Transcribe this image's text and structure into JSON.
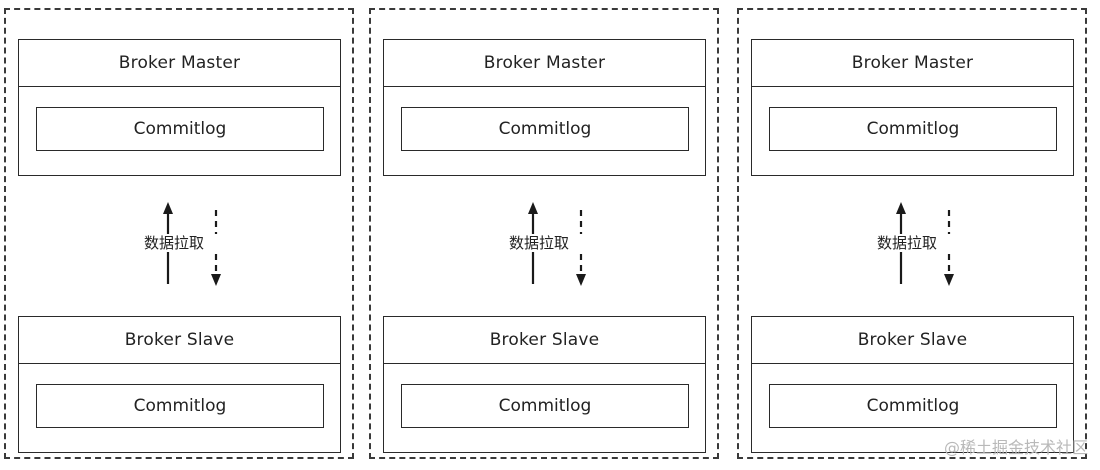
{
  "diagram": {
    "groups": [
      {
        "master_title": "Broker Master",
        "master_log": "Commitlog",
        "pull_label": "数据拉取",
        "slave_title": "Broker  Slave",
        "slave_log": "Commitlog"
      },
      {
        "master_title": "Broker Master",
        "master_log": "Commitlog",
        "pull_label": "数据拉取",
        "slave_title": "Broker  Slave",
        "slave_log": "Commitlog"
      },
      {
        "master_title": "Broker Master",
        "master_log": "Commitlog",
        "pull_label": "数据拉取",
        "slave_title": "Broker  Slave",
        "slave_log": "Commitlog"
      }
    ]
  },
  "watermark": "@稀土掘金技术社区",
  "colors": {
    "border": "#2a2a2a",
    "dashed_border": "#3a3a3a",
    "watermark": "#b9b9b9",
    "background": "#ffffff"
  }
}
